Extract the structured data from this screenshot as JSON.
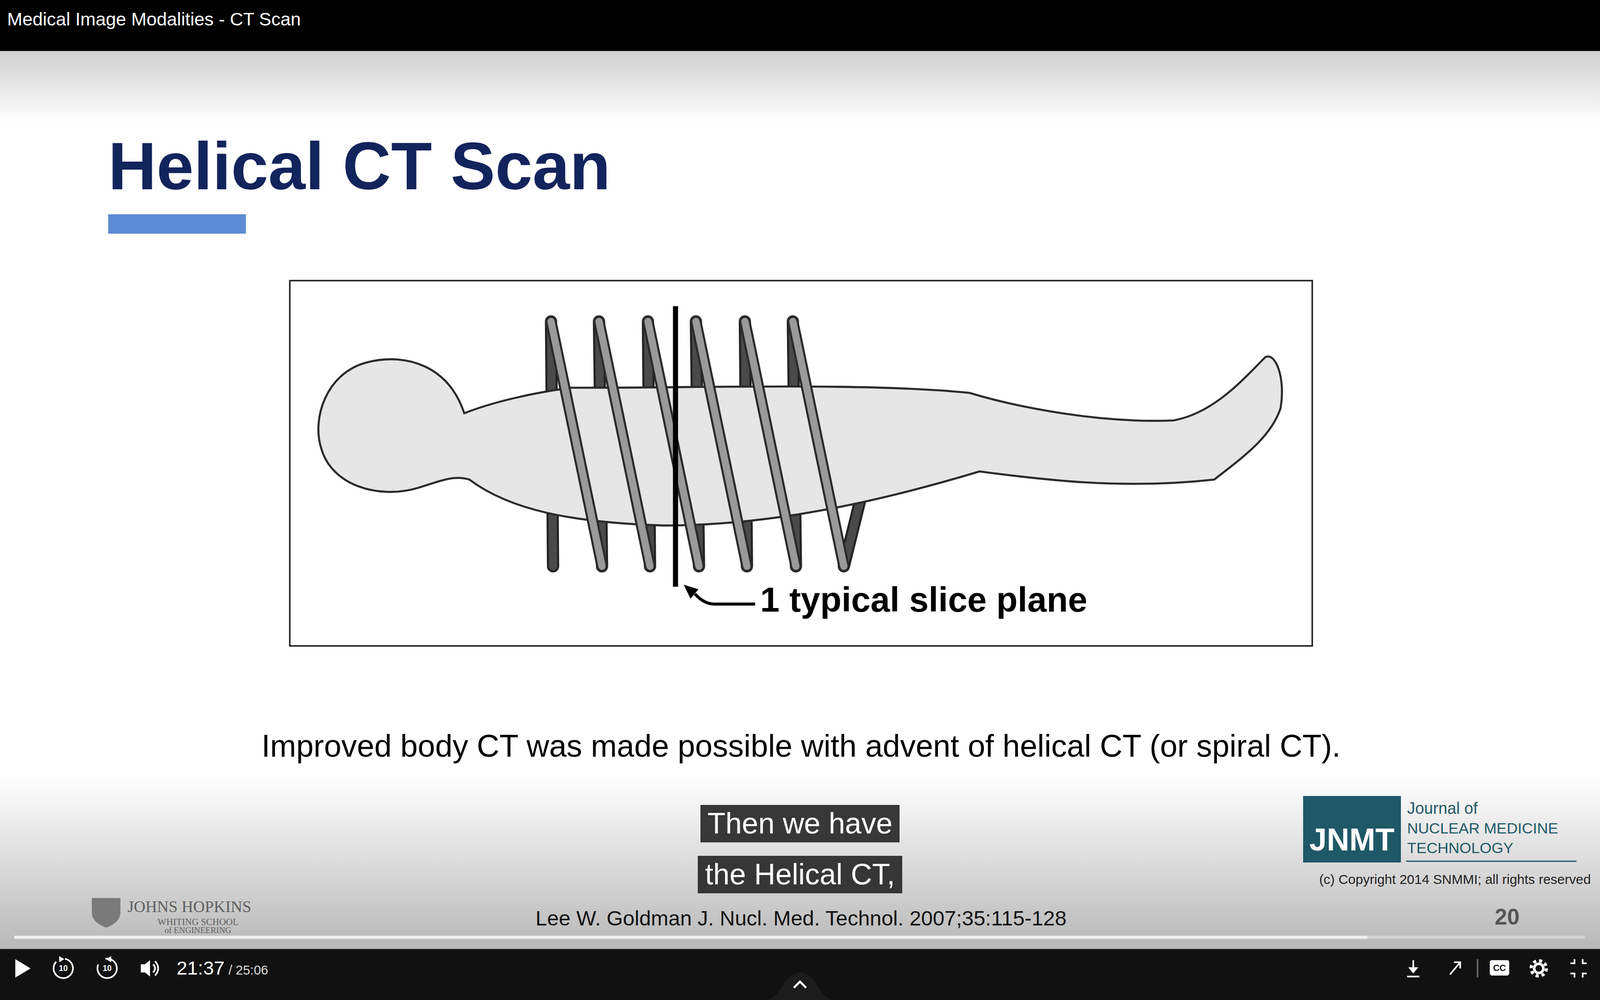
{
  "diagram": {
    "title": "Helical CT Scan",
    "caption": "Improved body CT was made possible with advent of helical CT (or spiral CT).",
    "labels": [
      "Medical Image Modalities - CT Scan",
      "1 typical slice plane",
      "Then we have",
      "the Helical CT,",
      "JNMT",
      "Journal of",
      "NUCLEAR MEDICINE",
      "TECHNOLOGY",
      "(c) Copyright 2014 SNMMI; all rights reserved",
      "JOHNS HOPKINS",
      "WHITING SCHOOL",
      "of ENGINEERING",
      "Lee W. Goldman J. Nucl. Med. Technol. 2007;35:115-128",
      "20",
      "10",
      "10",
      "21:37",
      "/ 25:06",
      "CC"
    ]
  }
}
